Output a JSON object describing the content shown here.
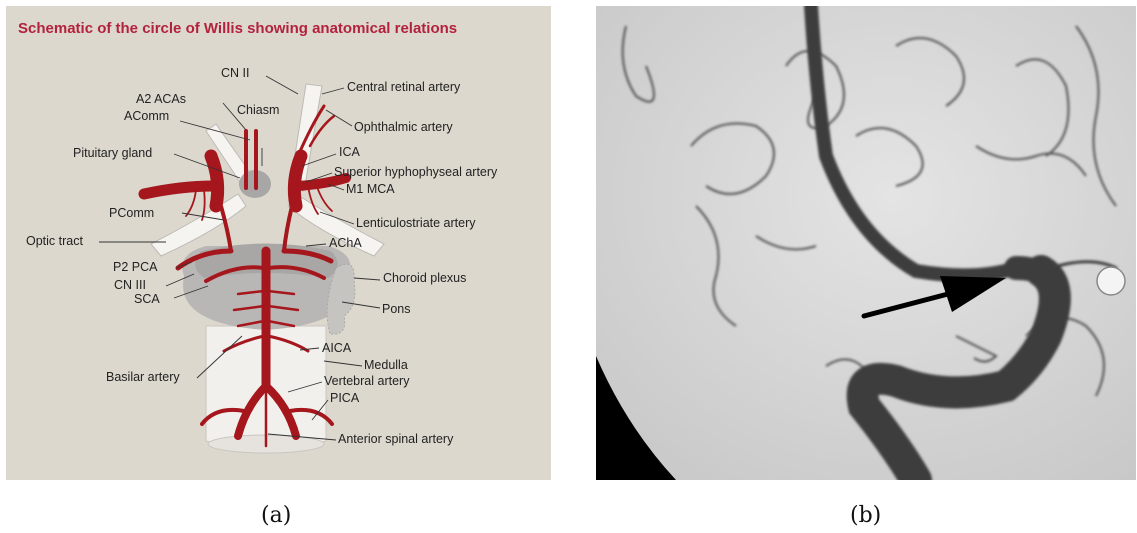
{
  "panel_a": {
    "title": "Schematic of the circle of Willis showing anatomical relations",
    "labels": {
      "cn2": "CN II",
      "central_retinal": "Central retinal artery",
      "a2_acas": "A2 ACAs",
      "acomm": "AComm",
      "chiasm": "Chiasm",
      "ophthalmic": "Ophthalmic artery",
      "pituitary": "Pituitary gland",
      "ica": "ICA",
      "sup_hypophyseal": "Superior hyphophyseal artery",
      "m1_mca": "M1 MCA",
      "pcomm": "PComm",
      "lenticulostriate": "Lenticulostriate artery",
      "optic_tract": "Optic tract",
      "acha": "AChA",
      "p2_pca": "P2 PCA",
      "choroid_plexus": "Choroid plexus",
      "cn3": "CN III",
      "sca": "SCA",
      "pons": "Pons",
      "aica": "AICA",
      "medulla": "Medulla",
      "basilar": "Basilar artery",
      "vertebral": "Vertebral artery",
      "pica": "PICA",
      "anterior_spinal": "Anterior spinal artery"
    },
    "caption": "(a)"
  },
  "panel_b": {
    "caption": "(b)"
  },
  "colors": {
    "artery": "#a5161d",
    "title": "#b3223c",
    "background_a": "#ddd8ce"
  }
}
